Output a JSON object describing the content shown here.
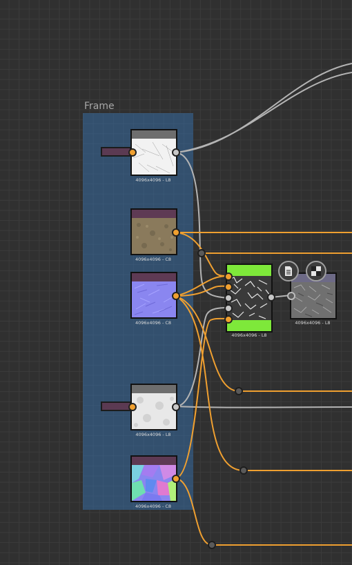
{
  "frame": {
    "title": "Frame"
  },
  "nodes": [
    {
      "id": "n1",
      "name": "white-grunge-node",
      "resolution": "4096x4096 - L8",
      "header_color": "#6e6e6e"
    },
    {
      "id": "n2",
      "name": "brown-texture-node",
      "resolution": "4096x4096 - C8",
      "header_color": "#5e3a54"
    },
    {
      "id": "n3",
      "name": "normal-map-node",
      "resolution": "4096x4096 - C8",
      "header_color": "#5e3a54"
    },
    {
      "id": "n4",
      "name": "green-blend-node",
      "resolution": "4096x4096 - L8",
      "header_color": "#7ee83a"
    },
    {
      "id": "n5",
      "name": "output-gray-node",
      "resolution": "4096x4096 - L8",
      "header_color": "#6d6a86"
    },
    {
      "id": "n6",
      "name": "white-noise-node",
      "resolution": "4096x4096 - L8",
      "header_color": "#6e6e6e"
    },
    {
      "id": "n7",
      "name": "colorful-normal-node",
      "resolution": "4096x4096 - C8",
      "header_color": "#5e3a54"
    }
  ],
  "colors": {
    "wire_orange": "#f0a030",
    "wire_gray": "#b4b4b4",
    "frame": "#33506e"
  },
  "icons": [
    "document-icon",
    "checker-icon"
  ]
}
